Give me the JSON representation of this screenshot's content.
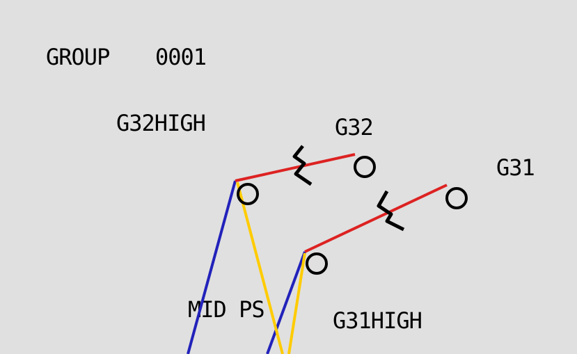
{
  "header": {
    "group_label": "GROUP",
    "group_number": "0001"
  },
  "labels": {
    "g32_high": "G32HIGH",
    "g32": "G32",
    "g31": "G31",
    "g31_high": "G31HIGH",
    "mid_ps": "MID PS"
  },
  "colors": {
    "background": "#e0e0e0",
    "line": "#dd2222",
    "blue": "#2222bb",
    "yellow": "#ffcc00",
    "node": "#000000"
  }
}
